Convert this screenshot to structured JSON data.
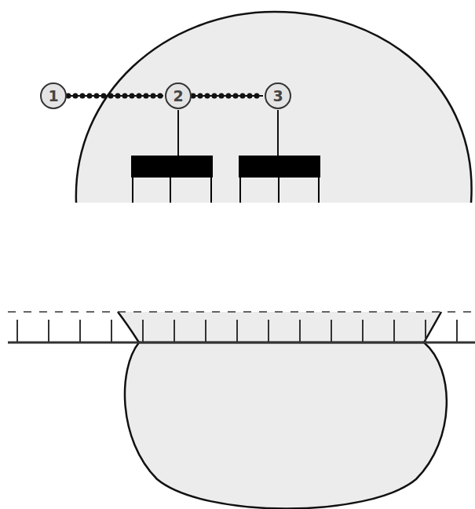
{
  "diagram": {
    "nodes": [
      {
        "text": [
          "1"
        ]
      },
      {
        "text": [
          "2"
        ]
      },
      {
        "text": [
          "3"
        ]
      }
    ],
    "edges": [
      {
        "from": 0,
        "to": 1,
        "arrow": "none"
      },
      {
        "from": 1,
        "to": 2,
        "arrow": "none"
      }
    ]
  }
}
